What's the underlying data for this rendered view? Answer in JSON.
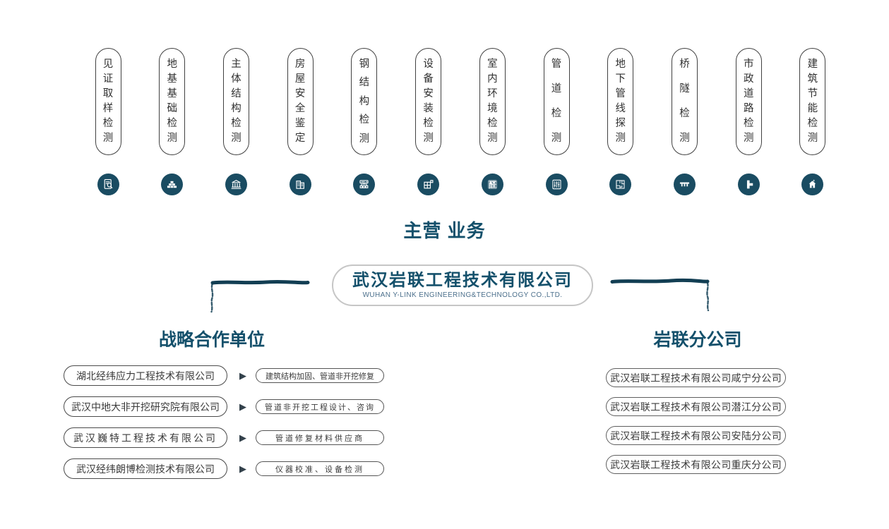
{
  "colors": {
    "accent_teal": "#14506b",
    "icon_circle": "#1a4c62",
    "capsule_border": "#414141",
    "pill_border_gray": "#c6c6c6",
    "text_dark": "#3a3a3a"
  },
  "services": [
    {
      "label": "见证取样检测",
      "icon": "document-search-icon"
    },
    {
      "label": "地基基础检测",
      "icon": "bricks-icon"
    },
    {
      "label": "主体结构检测",
      "icon": "bank-columns-icon"
    },
    {
      "label": "房屋安全鉴定",
      "icon": "buildings-icon"
    },
    {
      "label": "钢结构检测",
      "icon": "structure-frame-icon"
    },
    {
      "label": "设备安装检测",
      "icon": "modules-grid-icon"
    },
    {
      "label": "室内环境检测",
      "icon": "formaldehyde-icon",
      "icon_glyph": "醛"
    },
    {
      "label": "管道检测",
      "icon": "pipeline-sliders-icon"
    },
    {
      "label": "地下管线探测",
      "icon": "floorplan-icon"
    },
    {
      "label": "桥隧检测",
      "icon": "bridge-icon"
    },
    {
      "label": "市政道路检测",
      "icon": "road-icon"
    },
    {
      "label": "建筑节能检测",
      "icon": "eco-house-icon"
    }
  ],
  "main_title": "主营 业务",
  "company": {
    "name_zh": "武汉岩联工程技术有限公司",
    "name_en": "WUHAN Y-LINK ENGINEERING&TECHNOLOGY CO.,LTD."
  },
  "partners": {
    "title": "战略合作单位",
    "arrow": "▶",
    "rows": [
      {
        "company": "湖北经纬应力工程技术有限公司",
        "service": "建筑结构加固、管道非开挖修复"
      },
      {
        "company": "武汉中地大非开挖研究院有限公司",
        "service": "管道非开挖工程设计、咨询"
      },
      {
        "company": "武汉巍特工程技术有限公司",
        "service": "管道修复材料供应商"
      },
      {
        "company": "武汉经纬朗博检测技术有限公司",
        "service": "仪器校准、设备检测"
      }
    ]
  },
  "branches": {
    "title": "岩联分公司",
    "items": [
      "武汉岩联工程技术有限公司咸宁分公司",
      "武汉岩联工程技术有限公司潜江分公司",
      "武汉岩联工程技术有限公司安陆分公司",
      "武汉岩联工程技术有限公司重庆分公司"
    ]
  }
}
